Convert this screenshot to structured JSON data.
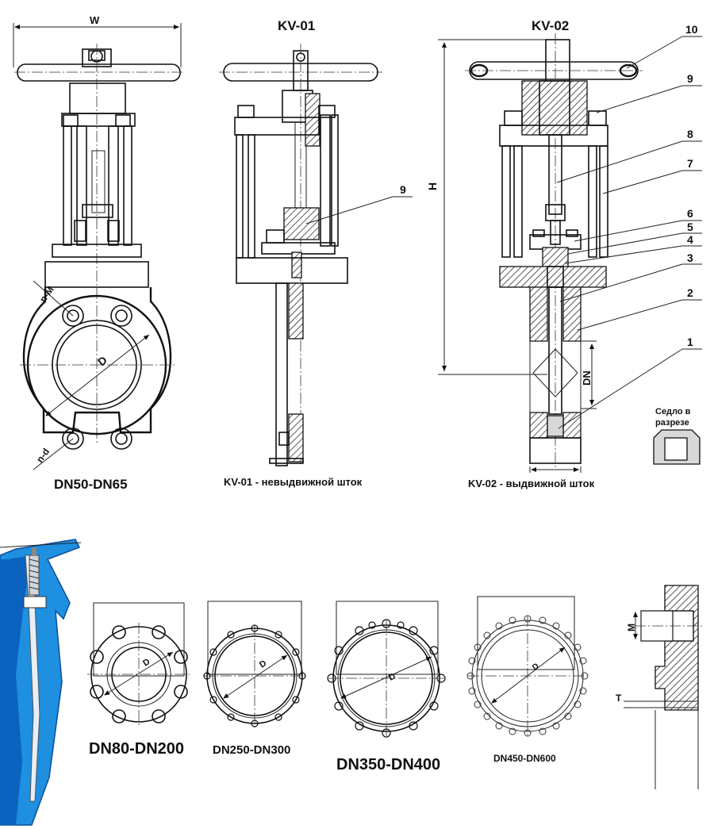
{
  "drawings": {
    "top_left": {
      "dim_w": "W",
      "dim_nm": "n-M",
      "dim_d": "D",
      "dim_nd": "n-d",
      "caption": "DN50-DN65"
    },
    "kv01": {
      "title": "KV-01",
      "part9": "9",
      "caption": "KV-01 - невыдвижной шток"
    },
    "kv02": {
      "title": "KV-02",
      "dim_h": "H",
      "dim_dn": "DN",
      "caption": "KV-02 - выдвижной шток",
      "parts": [
        "10",
        "9",
        "8",
        "7",
        "6",
        "5",
        "4",
        "3",
        "2",
        "1"
      ],
      "seat_label_1": "Седло в",
      "seat_label_2": "разрезе"
    }
  },
  "flanges": [
    {
      "caption": "DN80-DN200",
      "dim_d": "D"
    },
    {
      "caption": "DN250-DN300",
      "dim_d": "D"
    },
    {
      "caption": "DN350-DN400",
      "dim_d": "D"
    },
    {
      "caption": "DN450-DN600",
      "dim_d": "D"
    }
  ],
  "thread_detail": {
    "dim_m": "M",
    "dim_t": "T"
  },
  "colors": {
    "line": "#111111",
    "valve_blue": "#1f8fe0",
    "valve_dark": "#0b4f9c"
  }
}
